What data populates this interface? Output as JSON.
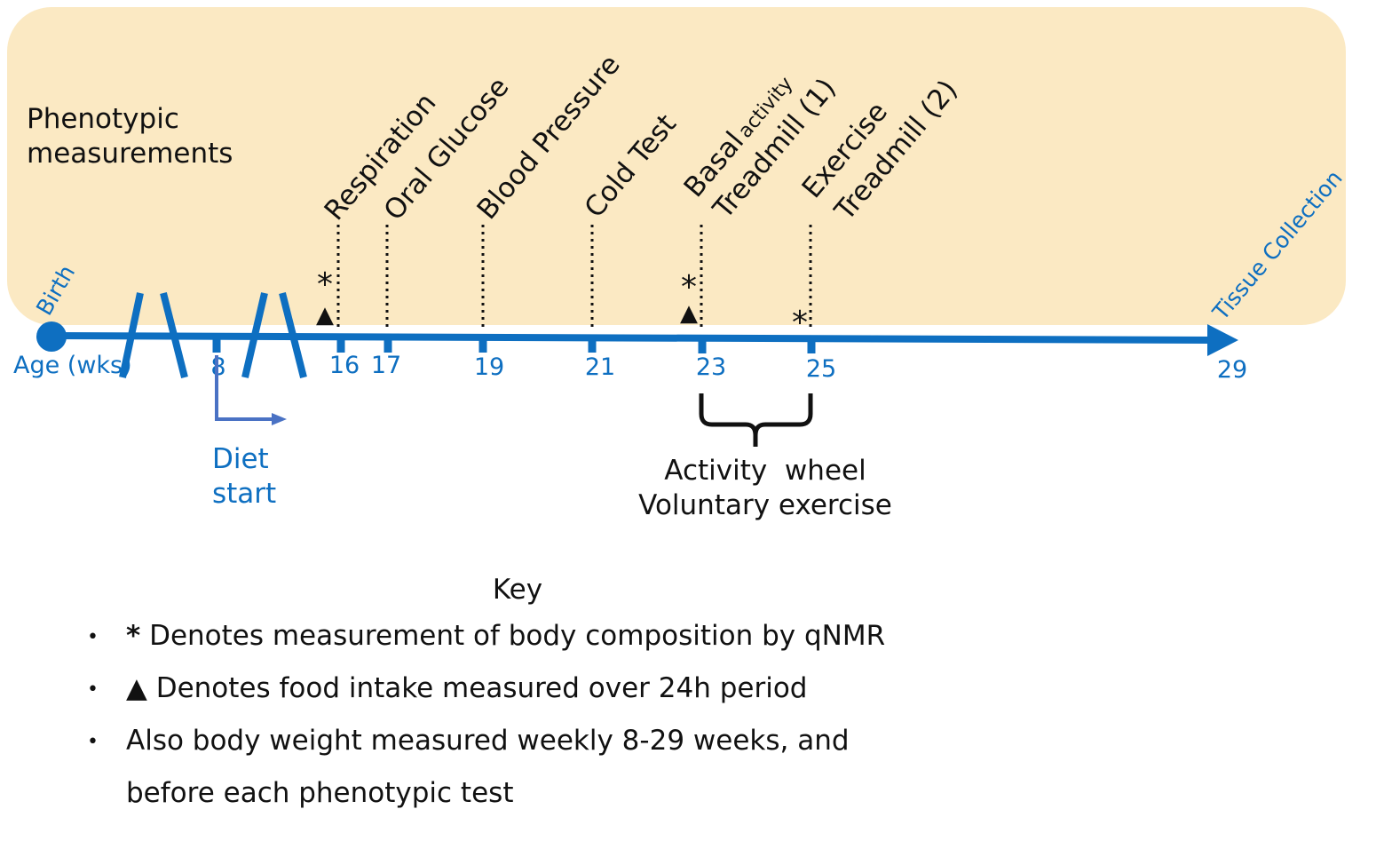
{
  "colors": {
    "panel": "#fbe9c3",
    "axis": "#0e6fc1",
    "diet_arrow": "#4a72c4",
    "text_black": "#111111"
  },
  "panel": {
    "label_line1": "Phenotypic",
    "label_line2": "measurements"
  },
  "timeline": {
    "start_label": "Birth",
    "axis_label": "Age (wks)",
    "end_label": "Tissue Collection",
    "ticks": [
      "8",
      "16",
      "17",
      "19",
      "21",
      "23",
      "25",
      "29"
    ]
  },
  "measurements": {
    "respiration": "Respiration",
    "oral_glucose": "Oral Glucose",
    "blood_pressure": "Blood Pressure",
    "cold_test": "Cold Test",
    "basal": "Basal",
    "activity": "activity",
    "treadmill_1": "Treadmill (1)",
    "exercise": "Exercise",
    "treadmill_2": "Treadmill (2)"
  },
  "markers": {
    "asterisk": "*",
    "triangle": "▲"
  },
  "diet": {
    "line1": "Diet",
    "line2": "start"
  },
  "activity_wheel": {
    "line1": "Activity  wheel",
    "line2": "Voluntary exercise"
  },
  "key": {
    "title": "Key",
    "bullet": "•",
    "item1_symbol": "*",
    "item1_text": " Denotes measurement of body composition by qNMR",
    "item2_symbol": "▲",
    "item2_text": " Denotes food intake measured over 24h period",
    "item3_line1": "Also body weight measured weekly 8-29 weeks, and",
    "item3_line2": "before each phenotypic test"
  }
}
